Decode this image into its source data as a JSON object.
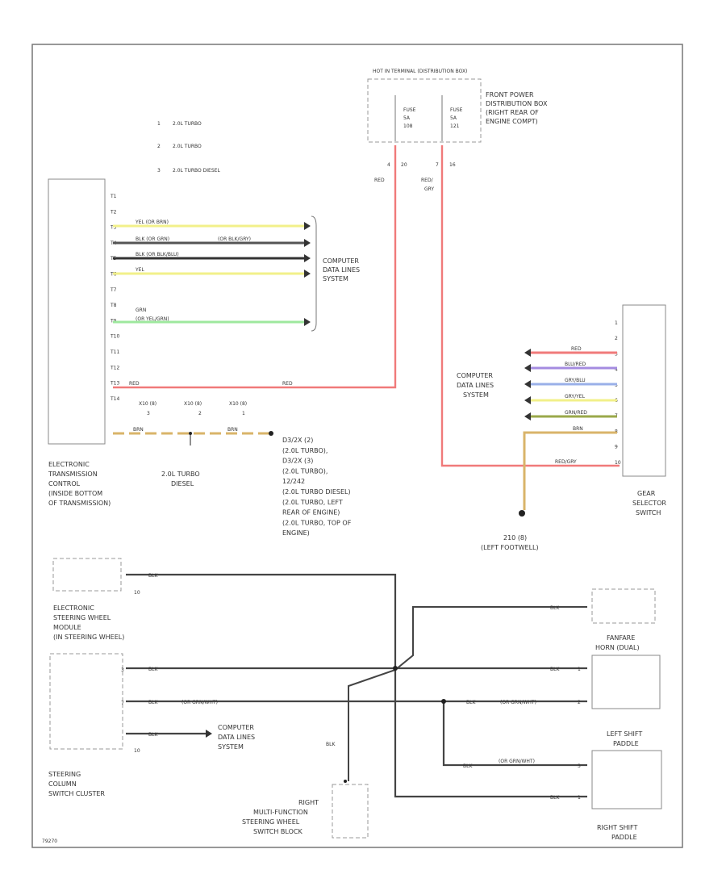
{
  "labels": {
    "hot_terminal": "HOT IN TERMINAL (DISTRIBUTION BOX)",
    "front_power": [
      "FRONT POWER",
      "DISTRIBUTION BOX",
      "(RIGHT REAR OF",
      "ENGINE COMPT)"
    ],
    "fuse_a": [
      "FUSE",
      "5A",
      "108"
    ],
    "fuse_b": [
      "FUSE",
      "5A",
      "121"
    ],
    "engine_variants": [
      {
        "num": "1",
        "text": "2.0L TURBO"
      },
      {
        "num": "2",
        "text": "2.0L TURBO"
      },
      {
        "num": "3",
        "text": "2.0L TURBO DIESEL"
      }
    ],
    "computer_data_lines_1": [
      "COMPUTER",
      "DATA LINES",
      "SYSTEM"
    ],
    "computer_data_lines_2": [
      "COMPUTER",
      "DATA LINES",
      "SYSTEM"
    ],
    "computer_data_lines_3": [
      "COMPUTER",
      "DATA LINES",
      "SYSTEM"
    ],
    "etc_module": [
      "ELECTRONIC",
      "TRANSMISSION",
      "CONTROL",
      "(INSIDE BOTTOM",
      "OF TRANSMISSION)"
    ],
    "diesel_note": [
      "2.0L TURBO",
      "DIESEL"
    ],
    "ground_notes": [
      "D3/2X (2)",
      "(2.0L TURBO),",
      "D3/2X (3)",
      "(2.0L TURBO),",
      "12/242",
      "(2.0L TURBO DIESEL)",
      "(2.0L TURBO, LEFT",
      "REAR OF ENGINE)",
      "(2.0L TURBO, TOP OF",
      "ENGINE)"
    ],
    "gear_selector": [
      "GEAR",
      "SELECTOR",
      "SWITCH"
    ],
    "footwell_ground": [
      "210 (8)",
      "(LEFT FOOTWELL)"
    ],
    "esw_module": [
      "ELECTRONIC",
      "STEERING WHEEL",
      "MODULE",
      "(IN STEERING WHEEL)"
    ],
    "fanfare_horn": [
      "FANFARE",
      "HORN (DUAL)"
    ],
    "scs_cluster": [
      "STEERING",
      "COLUMN",
      "SWITCH CLUSTER"
    ],
    "left_paddle": [
      "LEFT SHIFT",
      "PADDLE"
    ],
    "right_paddle": [
      "RIGHT SHIFT",
      "PADDLE"
    ],
    "rmf_block": [
      "RIGHT",
      "MULTI-FUNCTION",
      "STEERING WHEEL",
      "SWITCH BLOCK"
    ],
    "figure_id": "79270"
  },
  "wires": {
    "fuse_pins": [
      "4",
      "20",
      "7",
      "16"
    ],
    "red_left": "RED",
    "red_right": [
      "RED/",
      "GRY"
    ],
    "etc_pins": [
      "T1",
      "T2",
      "T3",
      "T4",
      "T5",
      "T6",
      "T7",
      "T8",
      "T9",
      "T10",
      "T11",
      "T12",
      "T13",
      "T14"
    ],
    "etc_wire_labels": [
      "YEL (OR BRN)",
      "BLK (OR GRN)",
      "(OR BLK/GRY)",
      "BLK (OR BLK/BLU)",
      "YEL",
      "GRN",
      "(OR YEL/GRN)",
      "RED",
      "BRN",
      "BRN"
    ],
    "connector_ids": [
      "X10 (8)",
      "X10 (8)",
      "X10 (8)"
    ],
    "connector_nums": [
      "3",
      "2",
      "1"
    ],
    "gear_pins": [
      "1",
      "2",
      "3",
      "4",
      "5",
      "6",
      "7",
      "8",
      "9",
      "10"
    ],
    "gear_wire_labels": [
      "RED",
      "BLU/RED",
      "GRY/BLU",
      "GRY/YEL",
      "GRN/RED",
      "BRN",
      "RED/GRY"
    ],
    "blk": "BLK",
    "blk_or_brn": "(OR GRN/WHT)",
    "steering_pins": [
      "10",
      "3",
      "7",
      "10"
    ],
    "paddle_pins": [
      "1",
      "2",
      "3",
      "1"
    ]
  }
}
